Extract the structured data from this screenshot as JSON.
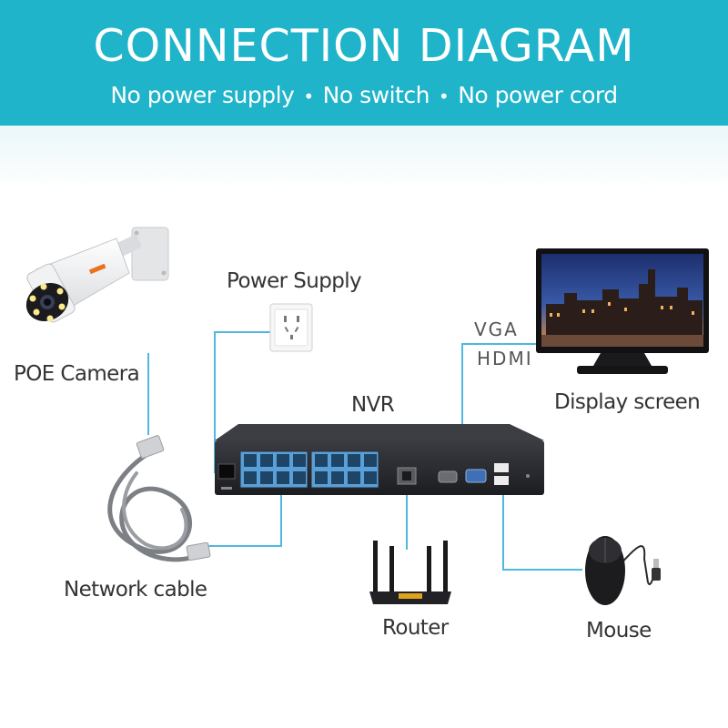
{
  "header": {
    "title": "CONNECTION  DIAGRAM",
    "features": [
      "No power supply",
      "No switch",
      "No power cord"
    ]
  },
  "components": {
    "camera": "POE Camera",
    "power_supply": "Power Supply",
    "nvr": "NVR",
    "display": "Display screen",
    "vga": "VGA",
    "hdmi": "HDMI",
    "cable": "Network cable",
    "router": "Router",
    "mouse": "Mouse"
  },
  "colors": {
    "header_bg": "#1fb4ca",
    "connector_line": "#4fb8e0",
    "nvr_body": "#2a2b30"
  }
}
